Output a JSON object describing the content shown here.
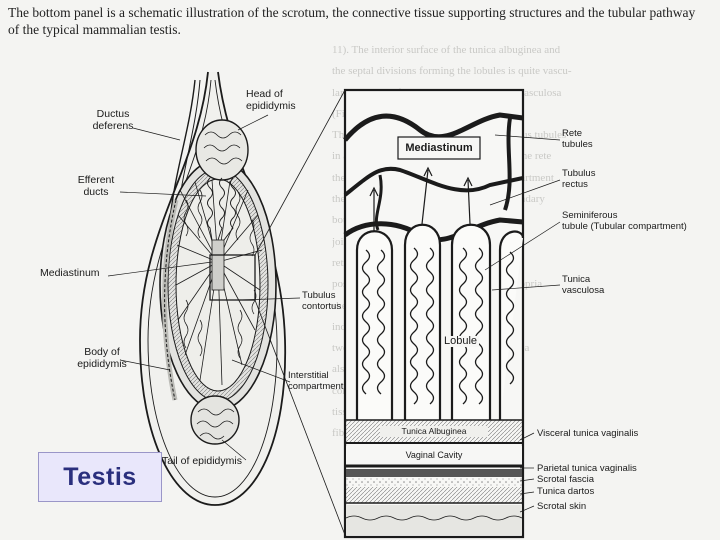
{
  "caption": "The bottom panel is a schematic illustration of the scrotum, the connective tissue supporting structures and the tubular pathway of the typical mammalian testis.",
  "background_text": "11). The interior surface of the tunica albuginea and\nthe septal divisions forming the lobules is quite vascu-\nlar and this surface is known as the tunica vasculosa\n(Figure 2-1).\nThe lobules of the testis contain seminiferous tubules\nin an arrangement that is continuous from the rete\nthe outer boundary ... The interstitial compartment\nthe seminiferous tubules ... the tubular boundary\nboundary but a dynamic ... interstitial\njoining of ... connective\nreticulum ... The interstitial compartment is\nposed of connective tissue ... the lamina propria\nsheet. Connective tissue ... the tunica\ninduced by both ... tubules\ntwo tubular compartment ... tunica albuginea\nalso ... the seminiferous\ncompartment ... the dense connective\ntissue ... tubules can move\nfibroblast ...",
  "testis_label": "Testis",
  "left_labels": {
    "ductus_deferens": "Ductus\ndeferens",
    "head_of_epididymis": "Head of\nepididymis",
    "efferent_ducts": "Efferent\nducts",
    "mediastinum": "Mediastinum",
    "body_of_epididymis": "Body of\nepididymis",
    "tail_of_epididymis": "Tail of epididymis"
  },
  "middle_labels": {
    "tubulus_contortus": "Tubulus\ncontortus",
    "interstitial_compartment": "Interstitial\ncompartment"
  },
  "panel_labels": {
    "mediastinum": "Mediastinum",
    "lobule": "Lobule",
    "tunica_albuginea": "Tunica Albuginea",
    "vaginal_cavity": "Vaginal Cavity"
  },
  "right_labels": {
    "rete_tubules": "Rete\ntubules",
    "tubulus_rectus": "Tubulus\nrectus",
    "seminiferous_tubule": "Seminiferous\ntubule (Tubular compartment)",
    "tunica_vasculosa": "Tunica\nvasculosa",
    "visceral_tunica_vaginalis": "Visceral tunica vaginalis",
    "parietal_tunica_vaginalis": "Parietal tunica vaginalis",
    "scrotal_fascia": "Scrotal fascia",
    "tunica_dartos": "Tunica dartos",
    "scrotal_skin": "Scrotal skin"
  },
  "colors": {
    "ink": "#1b1b1b",
    "testis_box_bg": "#e9e7fb",
    "testis_text": "#2a2f7d",
    "paper": "#f4f4f2"
  }
}
